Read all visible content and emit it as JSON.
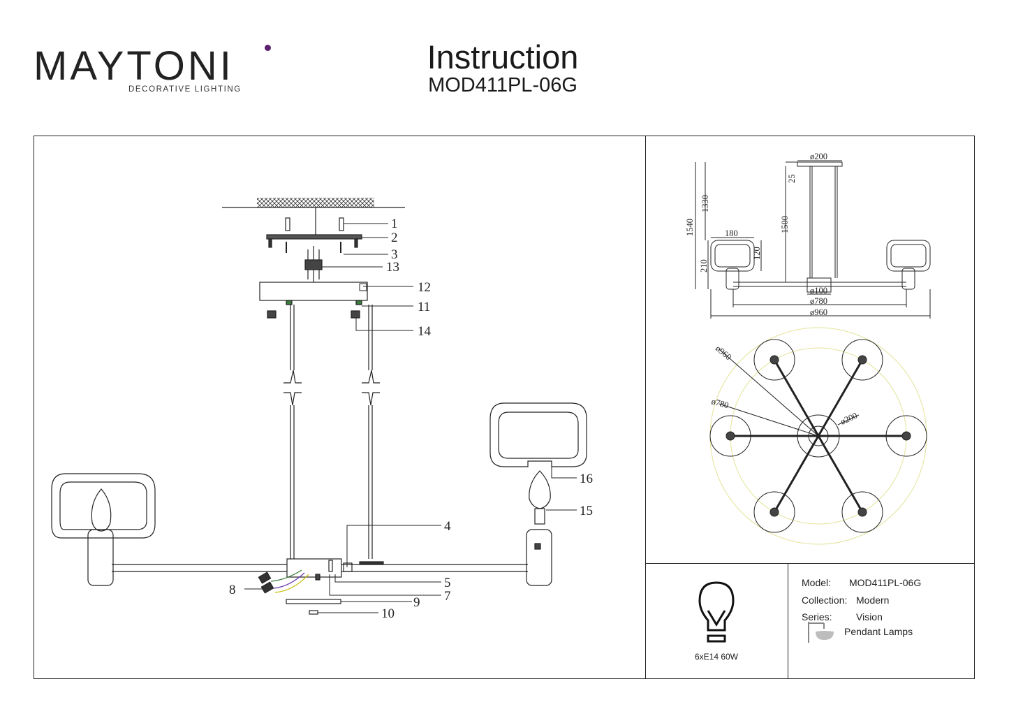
{
  "header": {
    "brand": "MAYTONI",
    "tagline": "DECORATIVE LIGHTING",
    "title": "Instruction",
    "model": "MOD411PL-06G",
    "brand_accent": "#5a1f6e"
  },
  "assembly": {
    "callouts": [
      "1",
      "2",
      "3",
      "13",
      "12",
      "11",
      "14",
      "16",
      "15",
      "4",
      "5",
      "7",
      "8",
      "9",
      "10"
    ]
  },
  "dimensions": {
    "side_view": [
      "ø200",
      "25",
      "1330",
      "1540",
      "1500",
      "180",
      "120",
      "210",
      "ø100",
      "ø780",
      "ø960"
    ],
    "top_view": [
      "ø960",
      "ø780",
      "ø200"
    ]
  },
  "specs": {
    "bulb_icon": "light-bulb-icon",
    "bulb_text": "6xE14 60W",
    "model_label": "Model:",
    "model_value": "MOD411PL-06G",
    "collection_label": "Collection:",
    "collection_value": "Modern",
    "series_label": "Series:",
    "series_value": "Vision",
    "type_icon": "pendant-lamp-icon",
    "type_value": "Pendant Lamps"
  }
}
